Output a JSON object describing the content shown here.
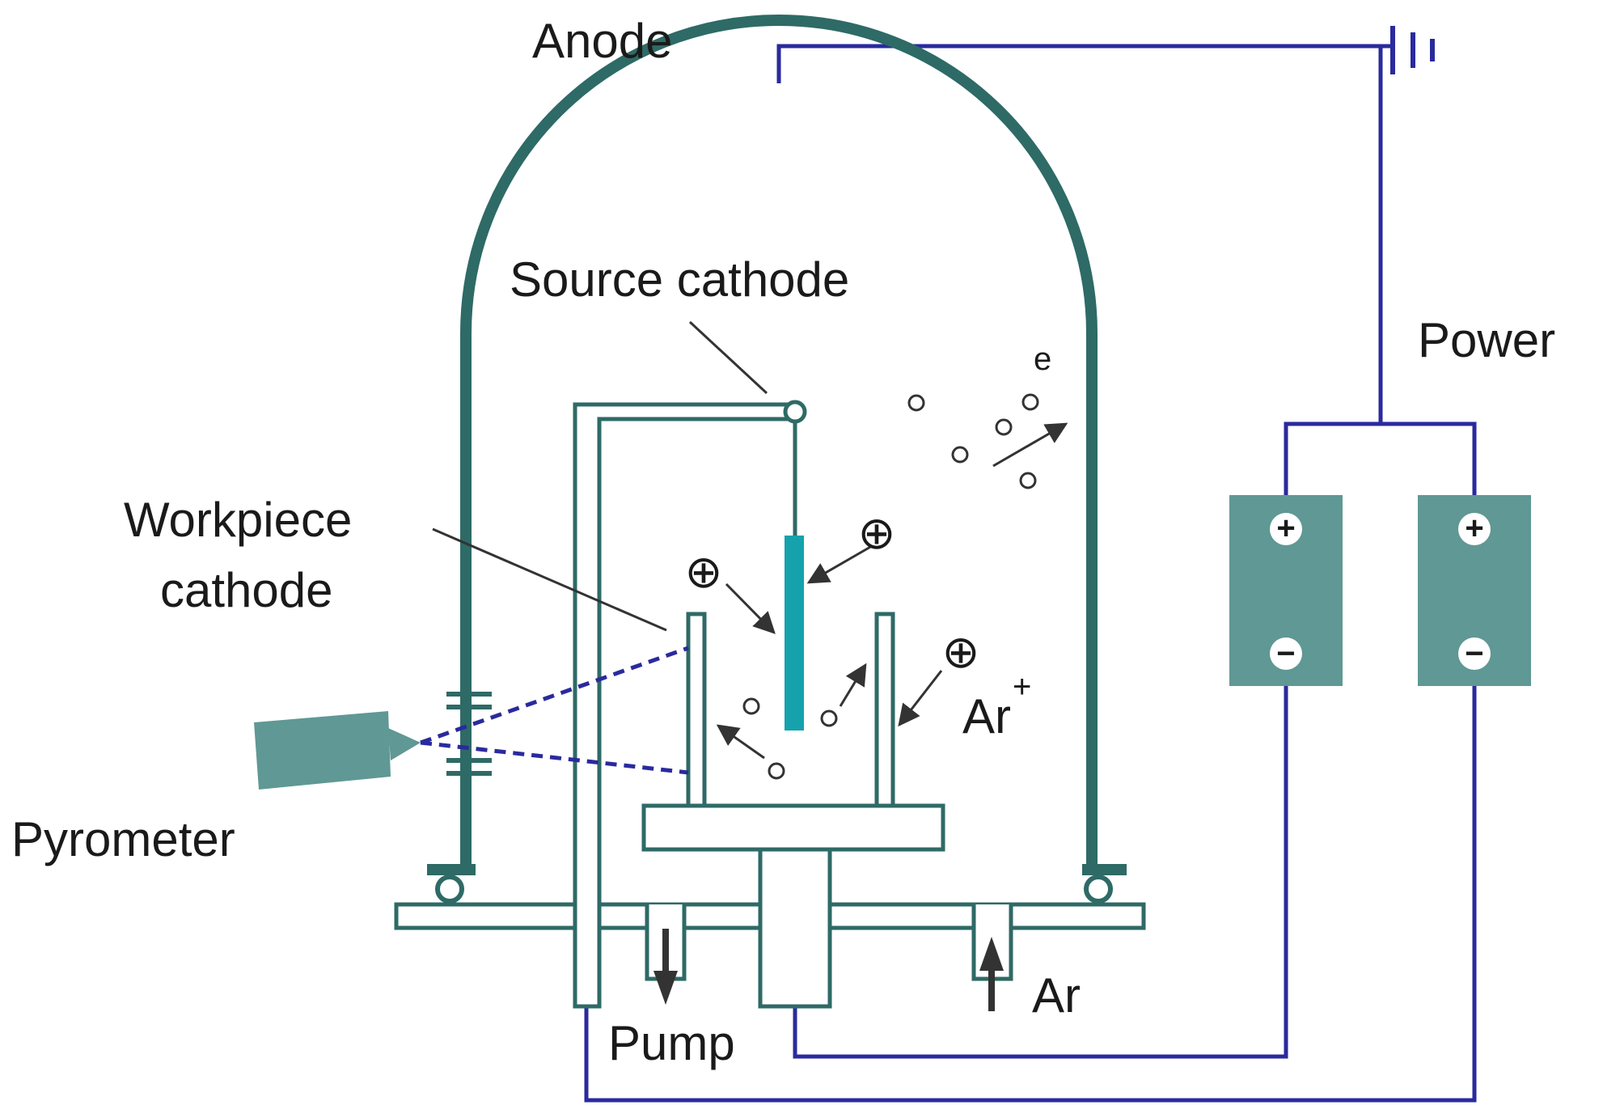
{
  "labels": {
    "anode": "Anode",
    "source_cathode": "Source cathode",
    "power": "Power",
    "workpiece_line1": "Workpiece",
    "workpiece_line2": "cathode",
    "pyrometer": "Pyrometer",
    "ar_ion": "Ar",
    "ar_ion_sup": "+",
    "pump": "Pump",
    "ar_gas": "Ar",
    "electron": "e"
  },
  "symbols": {
    "positive_ion": "⊕",
    "plus": "+",
    "minus": "−"
  },
  "colors": {
    "chamber": "#2e6a66",
    "component_fill": "#5f9894",
    "source_bar": "#15a2ad",
    "wire": "#2a2a9e",
    "arrow": "#333333"
  },
  "icons": {
    "ground": "ground-symbol-icon",
    "flow_arrow": "flow-arrow-icon"
  }
}
